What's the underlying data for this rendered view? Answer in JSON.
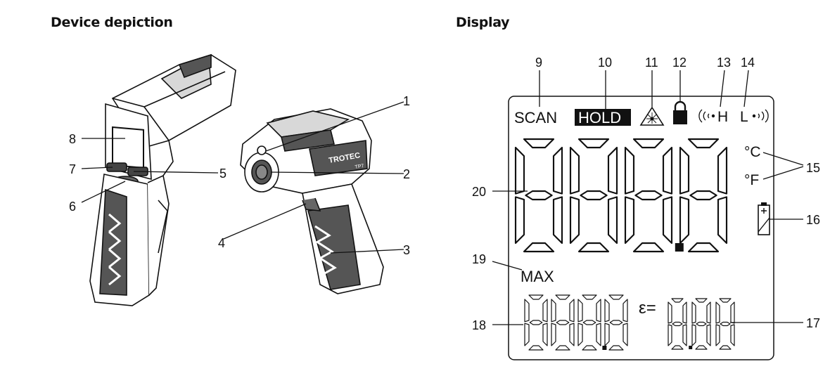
{
  "headings": {
    "left": "Device depiction",
    "right": "Display"
  },
  "device": {
    "brand": "TROTEC",
    "model": "TP7",
    "callouts": [
      "1",
      "2",
      "3",
      "4",
      "5",
      "6",
      "7",
      "8"
    ]
  },
  "display": {
    "callouts": [
      "9",
      "10",
      "11",
      "12",
      "13",
      "14",
      "15",
      "16",
      "17",
      "18",
      "19",
      "20"
    ],
    "scan": "SCAN",
    "hold": "HOLD",
    "unit_c": "°C",
    "unit_f": "°F",
    "max": "MAX",
    "epsilon": "ε=",
    "main_digits": "888.8",
    "sub_digits": "888.8",
    "emissivity_digits": "8.88",
    "beep_high": "H",
    "beep_low": "L"
  }
}
